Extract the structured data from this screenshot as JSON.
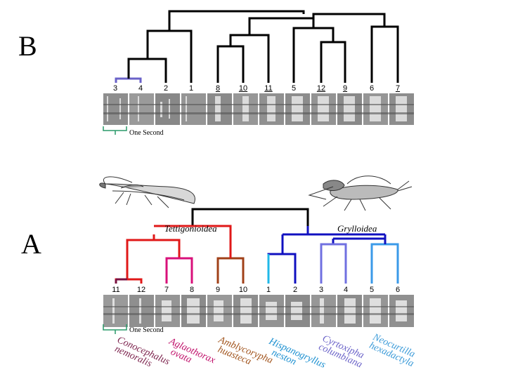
{
  "panel_b": {
    "label": "B",
    "tips": [
      "3",
      "4",
      "2",
      "1",
      "8",
      "10",
      "11",
      "5",
      "12",
      "9",
      "6",
      "7"
    ],
    "scale_label": "One Second"
  },
  "panel_a": {
    "label": "A",
    "clades": [
      "Tettigonioidea",
      "Grylloidea"
    ],
    "tips": [
      "11",
      "12",
      "7",
      "8",
      "9",
      "10",
      "1",
      "2",
      "3",
      "4",
      "5",
      "6"
    ],
    "scale_label": "One Second",
    "species": [
      {
        "line1": "Conocephalus",
        "line2": "nemoralis",
        "color": "#7a1f4a"
      },
      {
        "line1": "Aglaothorax",
        "line2": "ovata",
        "color": "#c0106a"
      },
      {
        "line1": "Amblycorypha",
        "line2": "huasteca",
        "color": "#a0521a"
      },
      {
        "line1": "Hispanogryllus",
        "line2": "neston",
        "color": "#1a8fd0"
      },
      {
        "line1": "Cyrtoxipha",
        "line2": "columbiana",
        "color": "#6a62c8"
      },
      {
        "line1": "Neocurtilla",
        "line2": "hexadactyla",
        "color": "#3a9ad8"
      }
    ]
  },
  "colors": {
    "tettigonioidea": "#e01818",
    "grylloidea": "#1010c0",
    "tip_11": "#7a1040",
    "tip_12": "#e01818",
    "magenta": "#d8107a",
    "brown": "#a04018",
    "cyan": "#20b8e8",
    "violet": "#7070e0",
    "light_blue": "#3a9ae8",
    "b_pair": "#6a62c8",
    "scale_green": "#2a9a6a"
  }
}
